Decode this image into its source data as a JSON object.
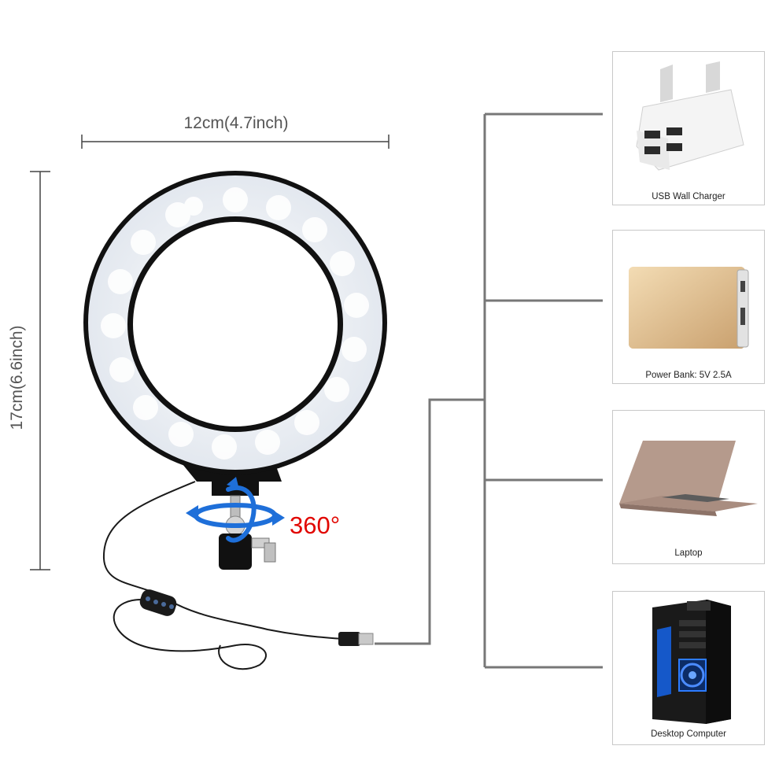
{
  "dimensions": {
    "width": "12cm(4.7inch)",
    "height": "17cm(6.6inch)"
  },
  "rotation": "360°",
  "power_sources": [
    {
      "label": "USB Wall Charger",
      "icon": "usb-wall-charger-icon"
    },
    {
      "label": "Power Bank: 5V 2.5A",
      "icon": "power-bank-icon"
    },
    {
      "label": "Laptop",
      "icon": "laptop-icon"
    },
    {
      "label": "Desktop Computer",
      "icon": "desktop-computer-icon"
    }
  ],
  "colors": {
    "ring_light": "#f4f6fa",
    "ring_frame": "#111111",
    "rotation_arrow": "#1e6fd9",
    "rotation_text": "#e10600",
    "connector_line": "#777777",
    "dimension_line": "#444444"
  }
}
